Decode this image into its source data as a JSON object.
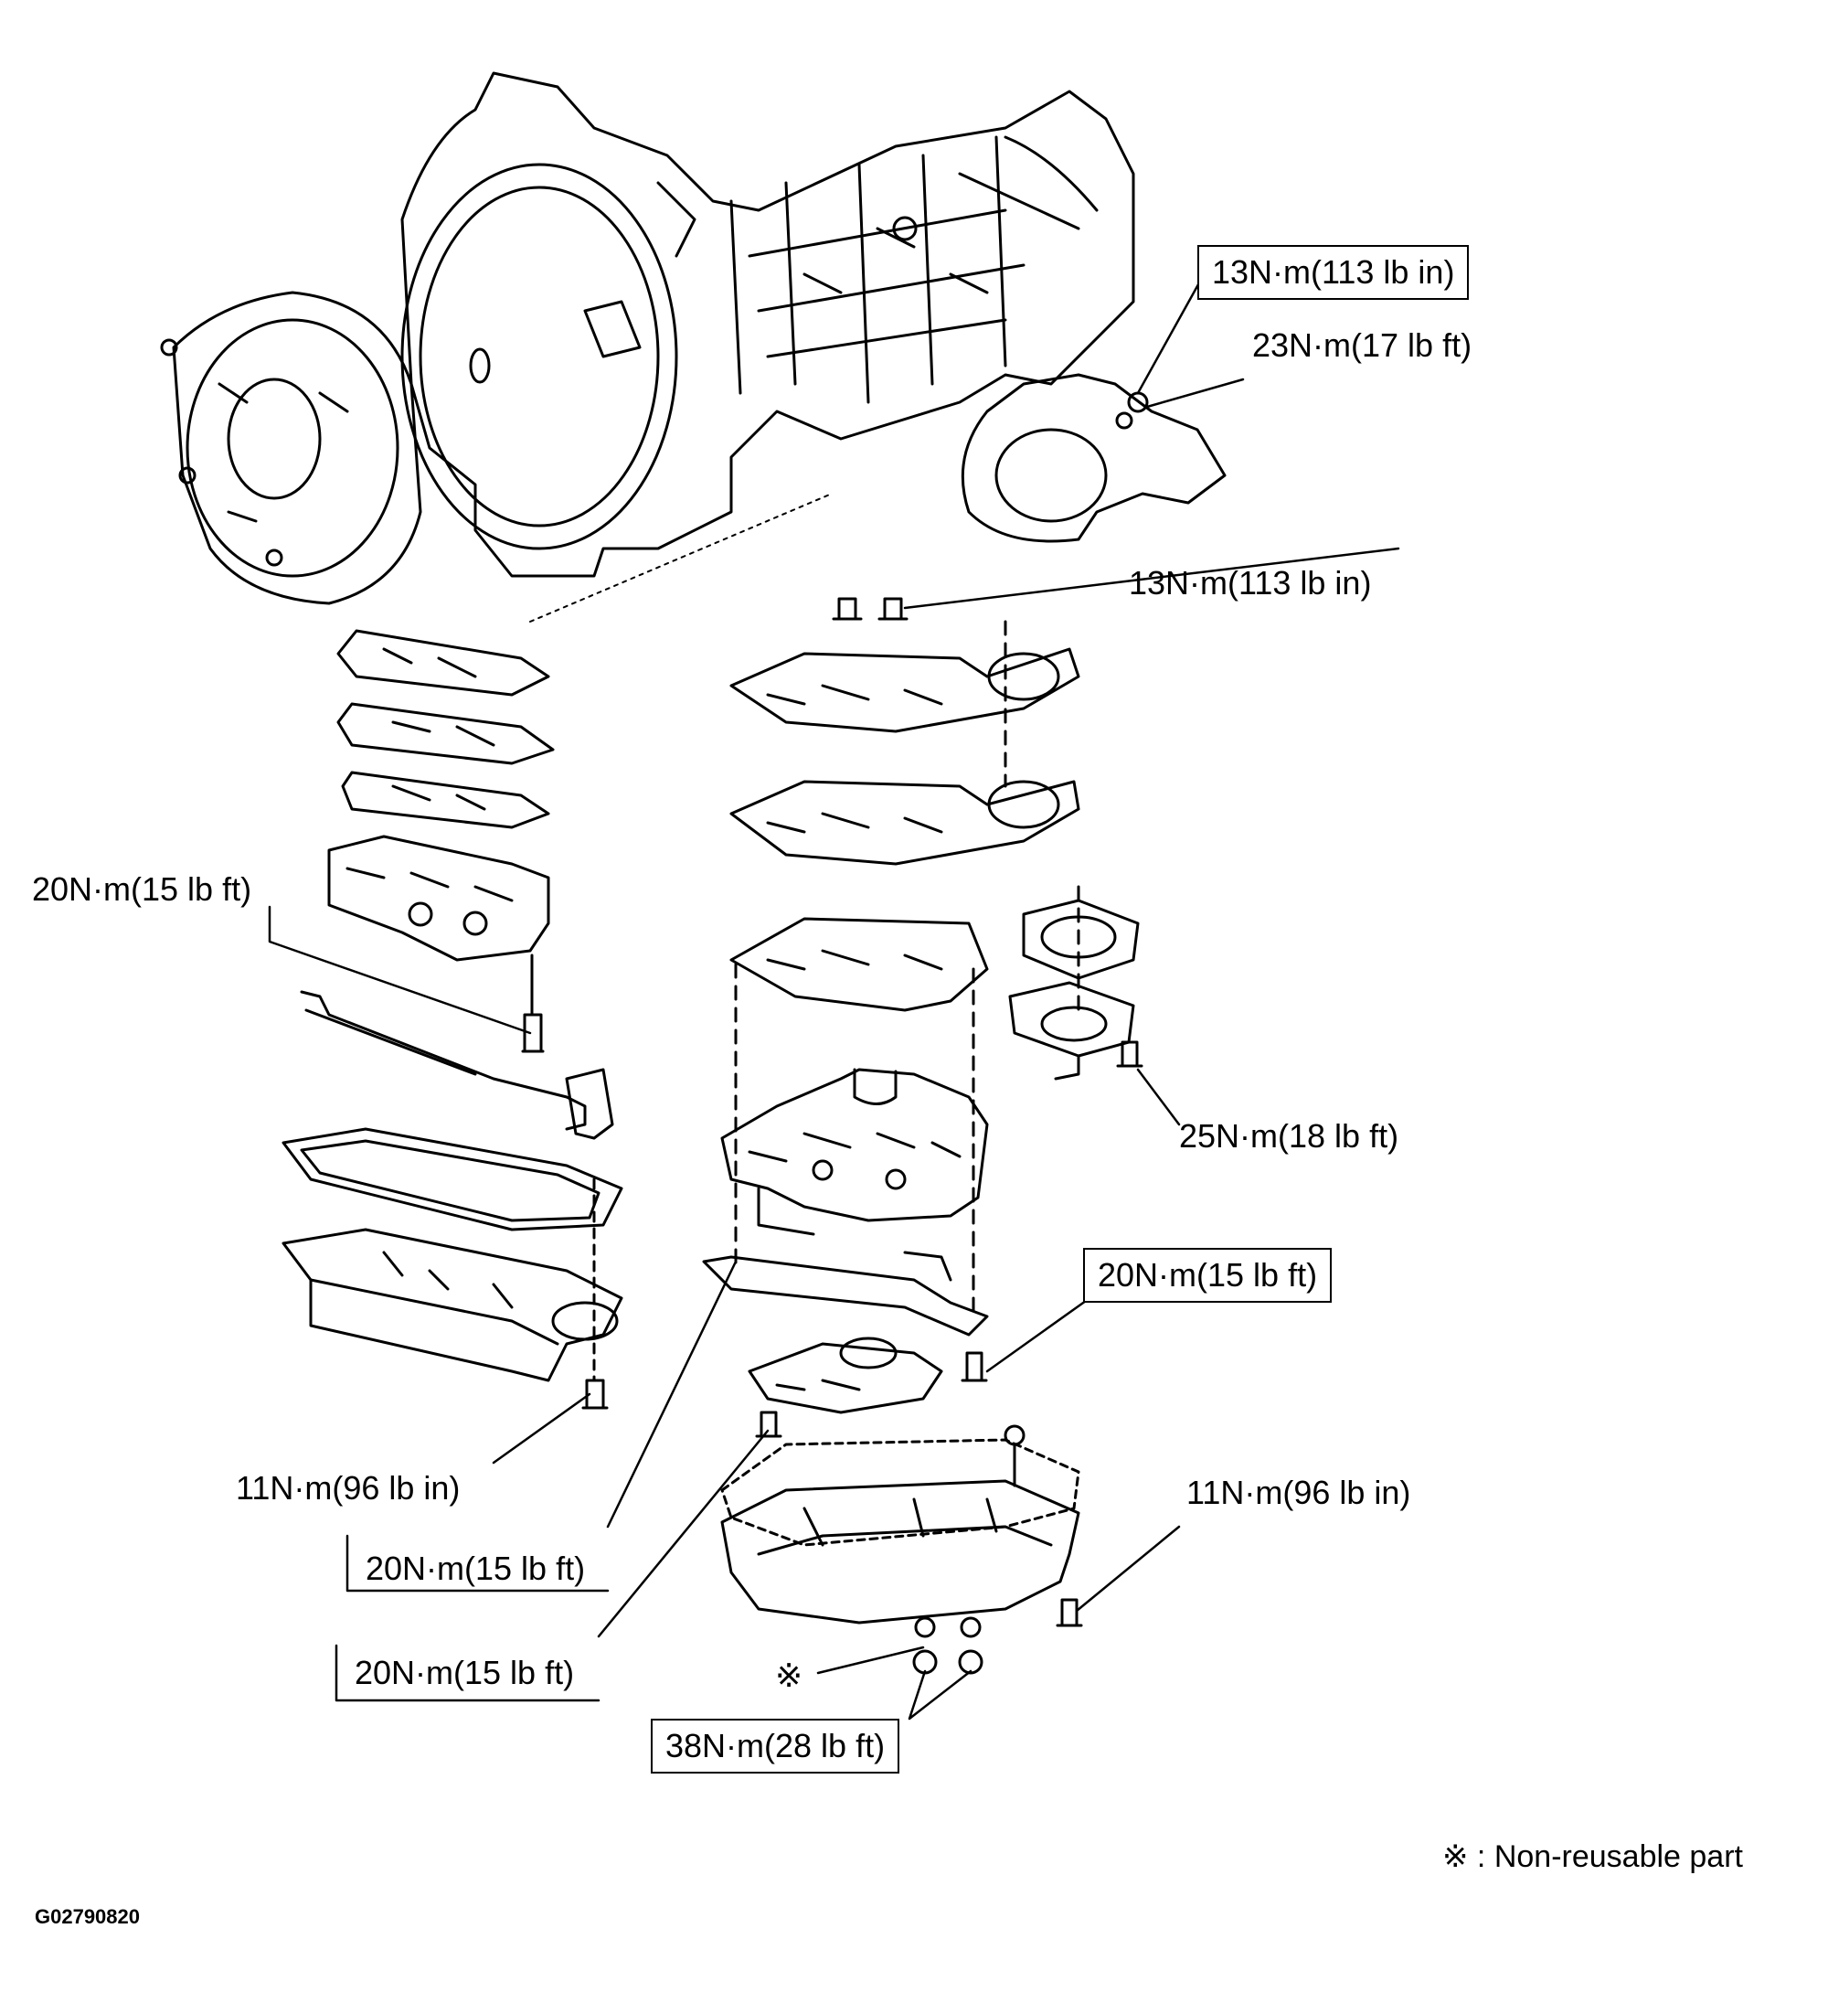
{
  "torque_labels": [
    "13N·m(113 lb in)",
    "23N·m(17 lb ft)",
    "13N·m(113 lb in)",
    "20N·m(15 lb ft)",
    "25N·m(18 lb ft)",
    "20N·m(15 lb ft)",
    "11N·m(96 lb in)",
    "20N·m(15 lb ft)",
    "11N·m(96 lb in)",
    "20N·m(15 lb ft)",
    "38N·m(28 lb ft)"
  ],
  "marker": "※",
  "legend": "※ : Non-reusable part",
  "figure_code": "G02790820"
}
